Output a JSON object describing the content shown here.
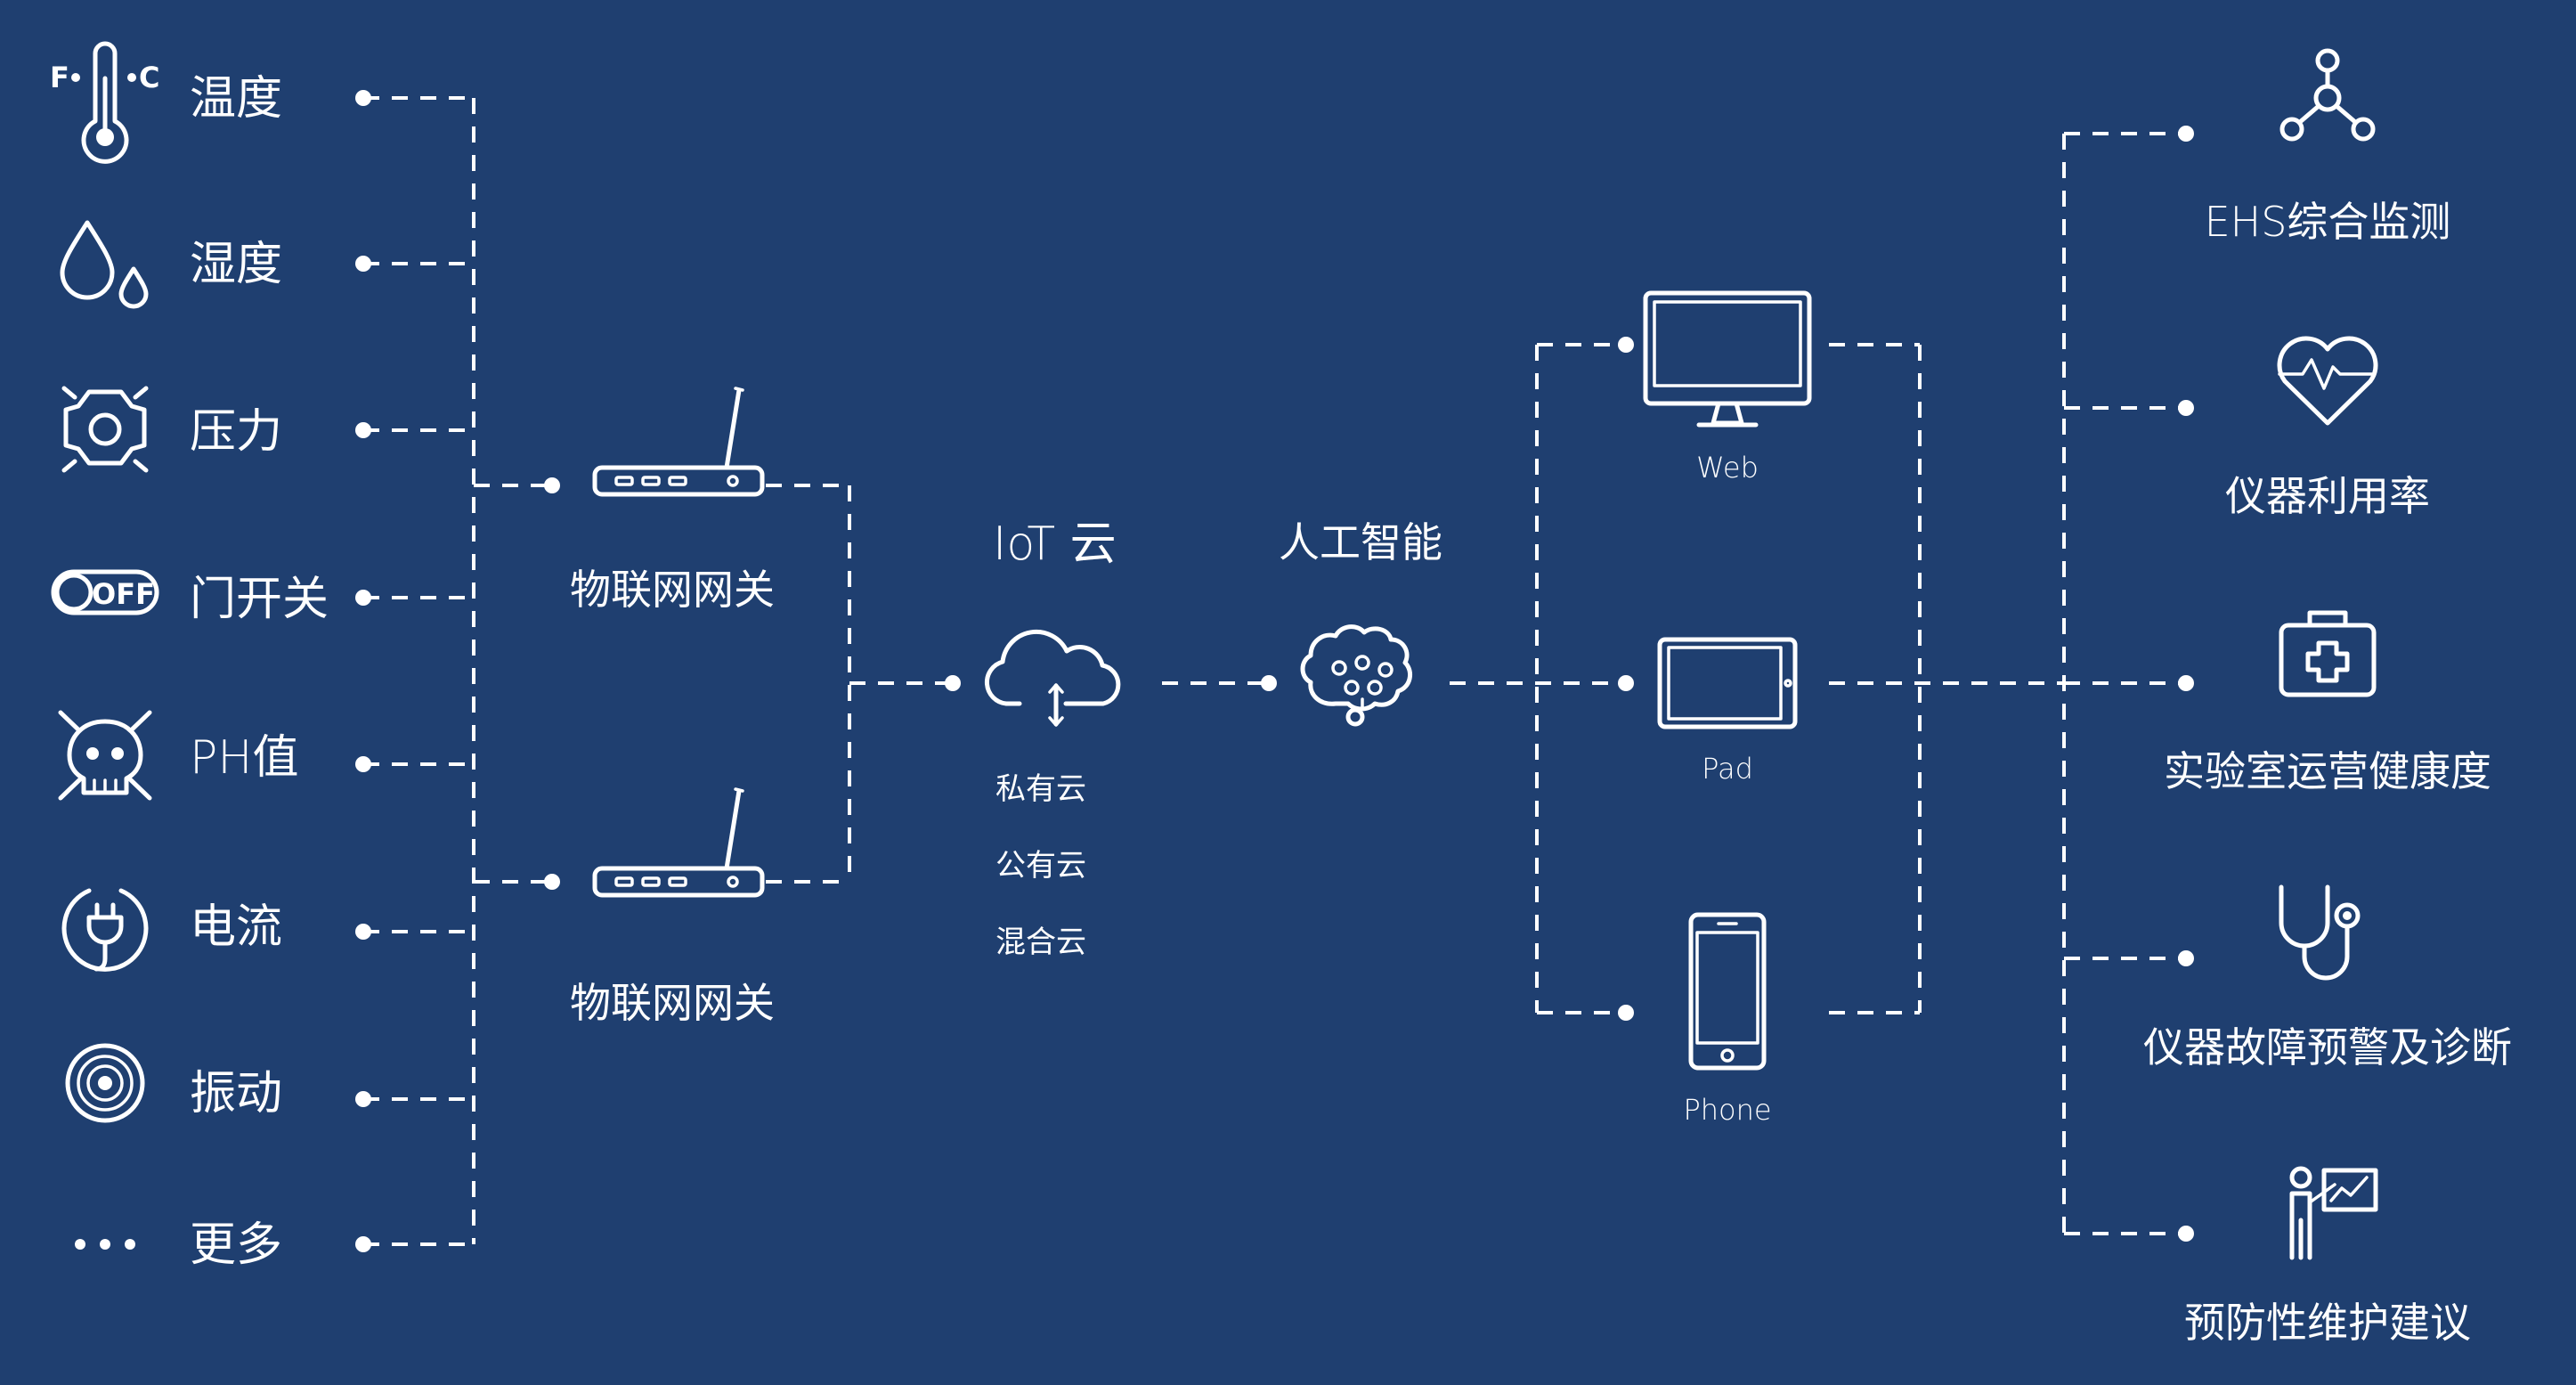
{
  "sensors": [
    {
      "icon": "thermometer-icon",
      "label": "温度"
    },
    {
      "icon": "humidity-drops-icon",
      "label": "湿度"
    },
    {
      "icon": "pressure-gauge-icon",
      "label": "压力"
    },
    {
      "icon": "toggle-off-icon",
      "label": "门开关"
    },
    {
      "icon": "hazard-skull-icon",
      "label": "PH值"
    },
    {
      "icon": "power-plug-icon",
      "label": "电流"
    },
    {
      "icon": "vibration-icon",
      "label": "振动"
    },
    {
      "icon": "more-dots-icon",
      "label": "更多"
    }
  ],
  "thermometer_units": {
    "f": "F",
    "c": "C"
  },
  "toggle_text": "OFF",
  "gateways": [
    {
      "icon": "router-icon",
      "label": "物联网网关"
    },
    {
      "icon": "router-icon",
      "label": "物联网网关"
    }
  ],
  "cloud": {
    "title": "IoT 云",
    "icon": "cloud-upload-download-icon",
    "options": [
      "私有云",
      "公有云",
      "混合云"
    ]
  },
  "ai": {
    "label": "人工智能",
    "icon": "brain-icon"
  },
  "devices": [
    {
      "icon": "monitor-icon",
      "label": "Web"
    },
    {
      "icon": "tablet-icon",
      "label": "Pad"
    },
    {
      "icon": "phone-icon",
      "label": "Phone"
    }
  ],
  "applications": [
    {
      "icon": "molecule-icon",
      "label": "EHS综合监测"
    },
    {
      "icon": "heartbeat-icon",
      "label": "仪器利用率"
    },
    {
      "icon": "medical-kit-icon",
      "label": "实验室运营健康度"
    },
    {
      "icon": "stethoscope-icon",
      "label": "仪器故障预警及诊断"
    },
    {
      "icon": "presenter-chart-icon",
      "label": "预防性维护建议"
    }
  ]
}
